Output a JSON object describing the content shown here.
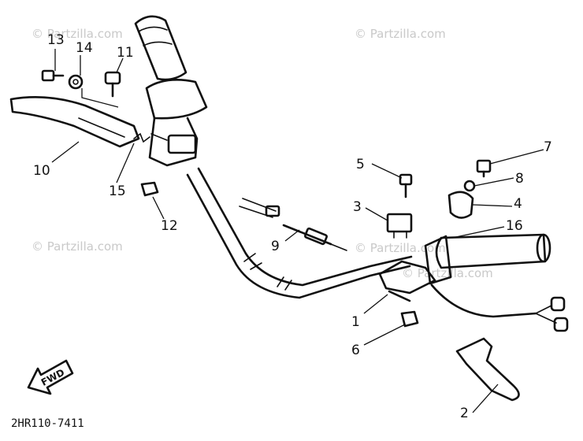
{
  "watermarks": [
    "© Partzilla.com",
    "© Partzilla.com",
    "© Partzilla.com",
    "© Partzilla.com",
    "© Partzilla.com"
  ],
  "callouts": [
    "13",
    "14",
    "11",
    "10",
    "15",
    "12",
    "5",
    "3",
    "9",
    "7",
    "8",
    "4",
    "16",
    "1",
    "6",
    "2"
  ],
  "fwd_label": "FWD",
  "diagram_code": "2HR110-7411"
}
